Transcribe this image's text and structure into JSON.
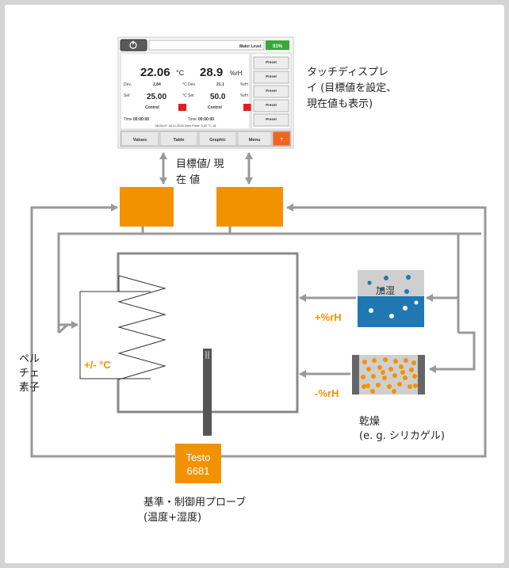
{
  "colors": {
    "accent": "#f39200",
    "line": "#999999",
    "water": "#1f78b4",
    "green": "#3aa83a",
    "red": "#e02020"
  },
  "screen": {
    "water_label": "Water Level:",
    "water_value": "91%",
    "temp": {
      "value": "22.06",
      "unit": "°C",
      "dev_label": "Dev.",
      "dev_value": "2.84",
      "dev_unit": "°C",
      "set_label": "Set",
      "set_value": "25.00",
      "set_unit": "°C",
      "control": "Control",
      "time_label": "Time",
      "time_value": "00:00:00"
    },
    "hum": {
      "value": "28.9",
      "unit": "%rH",
      "dev_label": "Dev.",
      "dev_value": "21.1",
      "dev_unit": "%rH",
      "set_label": "Set",
      "set_value": "50.0",
      "set_unit": "%rH",
      "control": "Control",
      "time_label": "Time",
      "time_value": "00:00:00"
    },
    "footer_info": "06:06:07 18.11.2020 Dew Point: 3.32 °C 16",
    "presets": [
      "Preset",
      "Preset",
      "Preset",
      "Preset",
      "Preset"
    ],
    "tabs": [
      "Values",
      "Table",
      "Graphic",
      "Menu",
      "?"
    ]
  },
  "labels": {
    "display": [
      "タッチディスプレ",
      "イ (目標値を設定、",
      "現在値も表示)"
    ],
    "setpoint": [
      "目標値/ 現",
      "在 値"
    ],
    "peltier": [
      "ペル",
      "チェ",
      "素子"
    ],
    "peltier_sign": "+/- °C",
    "humidify": "加湿",
    "plus_rh": "+%rH",
    "minus_rh": "-%rH",
    "dry": [
      "乾燥",
      "(e. g. シリカゲル)"
    ],
    "probe": [
      "Testo",
      "6681"
    ],
    "probe_caption": [
      "基準・制御用プローブ",
      "(温度+湿度)"
    ]
  }
}
